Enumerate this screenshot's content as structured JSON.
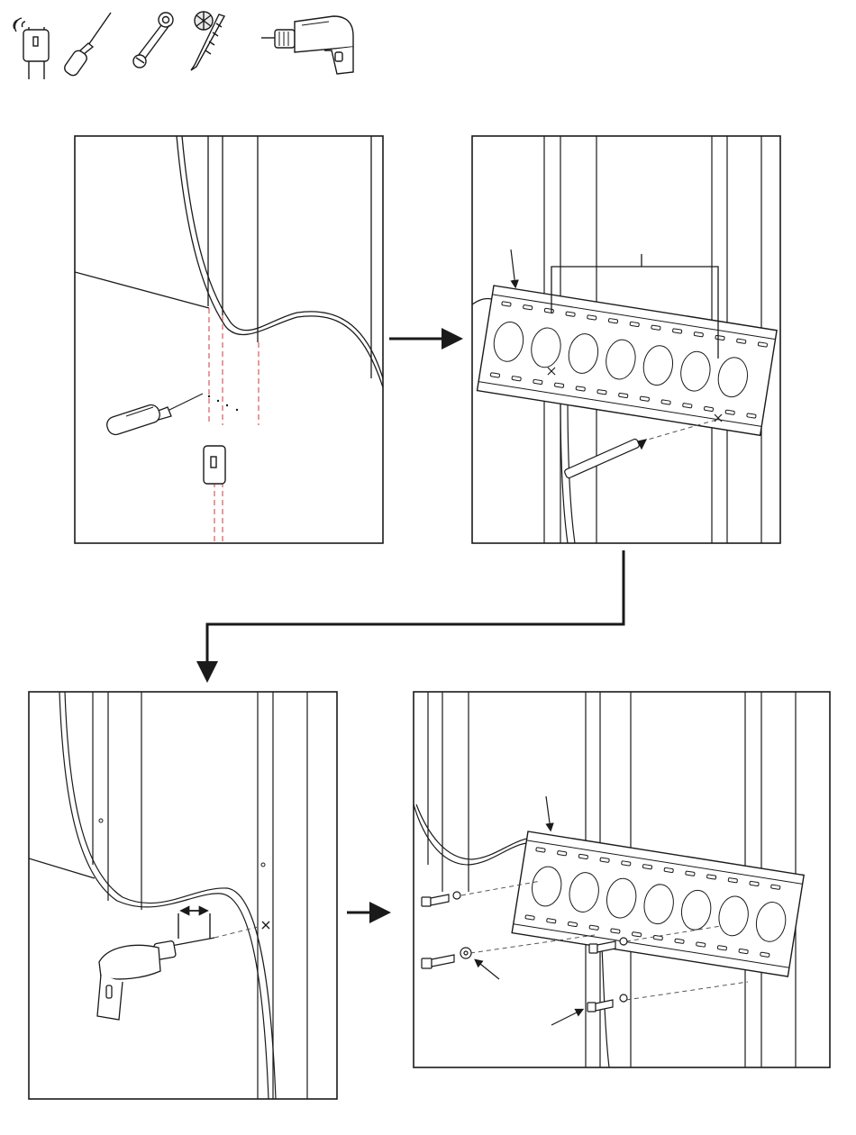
{
  "page": {
    "background": "#ffffff"
  },
  "tools": {
    "items": [
      "stud-finder-icon",
      "screwdriver-icon",
      "wrench-icon",
      "drill-bit-icon",
      "power-drill-icon"
    ]
  },
  "steps": {
    "count": 4,
    "flow": [
      "right-arrow",
      "down-left-arrow",
      "right-arrow"
    ]
  },
  "colors": {
    "line": "#1a1a1a",
    "stud_dashes": "#d34b4b",
    "drill_line": "#555555",
    "panel_fill": "#ffffff"
  }
}
